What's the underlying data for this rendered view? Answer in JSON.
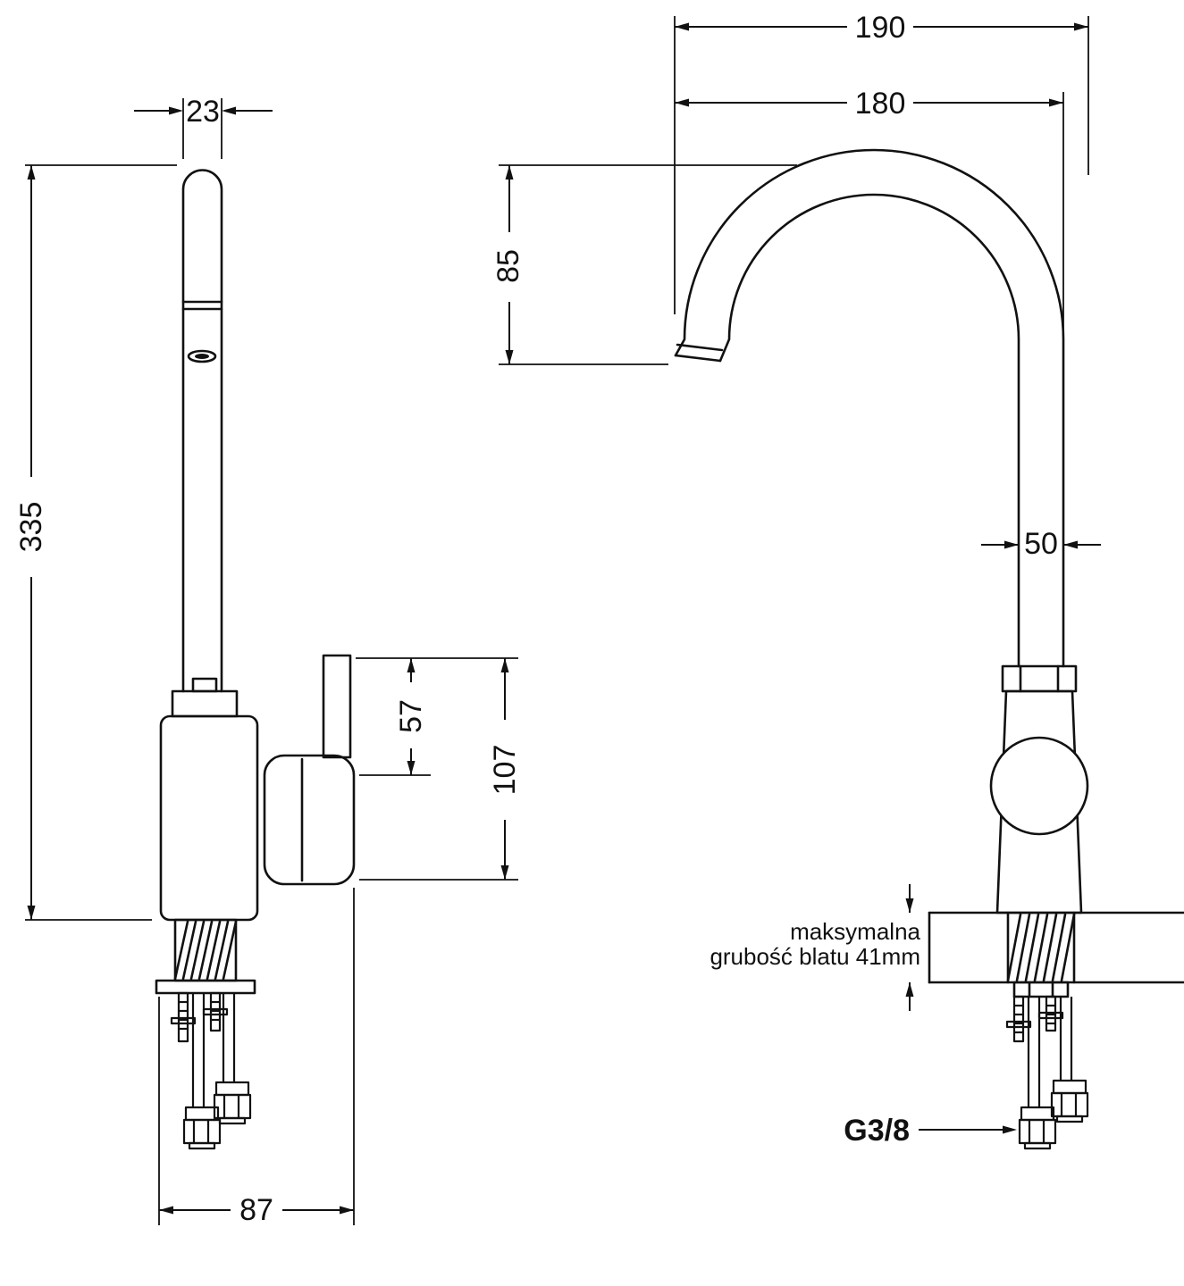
{
  "drawing": {
    "type": "faucet-installation-dimension-diagram",
    "views": {
      "side": {
        "pipe_width": "23",
        "total_height": "335",
        "handle_height": "57",
        "body_height": "107",
        "base_depth": "87"
      },
      "front": {
        "reach_overall": "190",
        "reach_spout": "180",
        "spout_drop": "85",
        "column_width": "50",
        "counter_note_line1": "maksymalna",
        "counter_note_line2": "grubość blatu 41mm",
        "connection_thread": "G3/8"
      }
    },
    "colors": {
      "line": "#111111",
      "background": "#ffffff"
    }
  }
}
